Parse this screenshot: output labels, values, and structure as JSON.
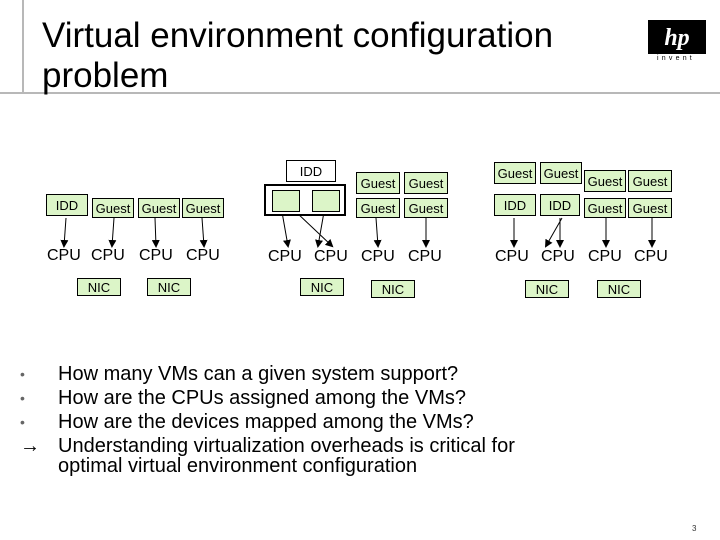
{
  "slide": {
    "title_line1": "Virtual environment configuration",
    "title_line2": "problem",
    "logo_text": "hp",
    "logo_tagline": "invent",
    "page_number": "3"
  },
  "config1": {
    "vm_labels": [
      "IDD",
      "Guest",
      "Guest",
      "Guest"
    ],
    "cpu_labels": [
      "CPU",
      "CPU",
      "CPU",
      "CPU"
    ],
    "nic_labels": [
      "NIC",
      "NIC"
    ]
  },
  "config2": {
    "idd_label": "IDD",
    "guest_labels": [
      "Guest",
      "Guest",
      "Guest",
      "Guest"
    ],
    "cpu_labels": [
      "CPU",
      "CPU",
      "CPU",
      "CPU"
    ],
    "nic_labels": [
      "NIC",
      "NIC"
    ]
  },
  "config3": {
    "top_labels": [
      "Guest",
      "Guest",
      "Guest",
      "Guest"
    ],
    "bottom_labels": [
      "IDD",
      "IDD",
      "Guest",
      "Guest"
    ],
    "cpu_labels": [
      "CPU",
      "CPU",
      "CPU",
      "CPU"
    ],
    "nic_labels": [
      "NIC",
      "NIC"
    ]
  },
  "bullets": [
    "How many VMs can a given system support?",
    "How are the CPUs assigned among the VMs?",
    "How are the devices mapped among the VMs?"
  ],
  "conclusion": {
    "line1": "Understanding virtualization overheads is critical for",
    "line2": "optimal virtual environment configuration"
  }
}
